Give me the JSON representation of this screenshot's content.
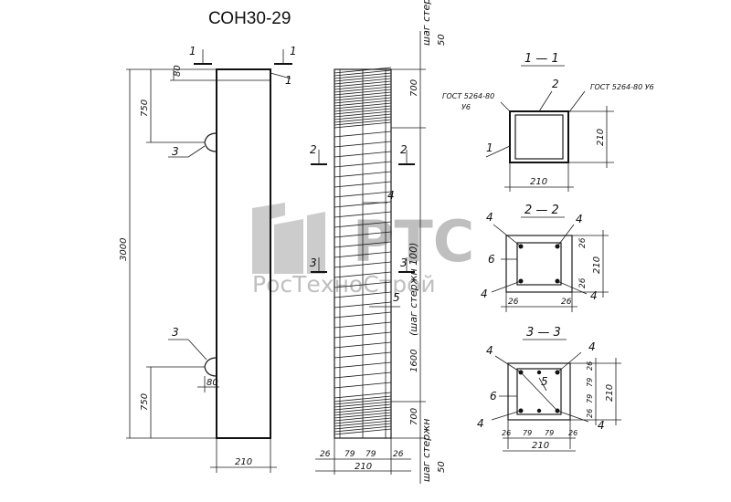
{
  "title": "СОН30-29",
  "watermark": {
    "logo_text": "РТС",
    "subtitle": "РосТехноСтрой",
    "color": "#b5b5b5"
  },
  "elevation": {
    "cuts": [
      "1",
      "1"
    ],
    "leaders": [
      "1",
      "3",
      "3"
    ],
    "dims": {
      "top_small": "80",
      "upper": "750",
      "total": "3000",
      "lower": "750",
      "loop_offset": "80",
      "width": "210"
    }
  },
  "cage": {
    "cuts": [
      "2",
      "2",
      "3",
      "3"
    ],
    "leaders": [
      "4",
      "5"
    ],
    "dims": {
      "top": "50",
      "top_zone": "700",
      "mid_zone": "1600",
      "bottom_zone": "700",
      "bottom": "50",
      "b1": "26",
      "b2": "79",
      "b3": "79",
      "b4": "26",
      "width": "210"
    },
    "pitch_top": "шаг стержн",
    "pitch_mid": "(шаг стержн 100)",
    "pitch_bot": "шаг стержн"
  },
  "section_1_1": {
    "title": "1 — 1",
    "labels": [
      "2",
      "1"
    ],
    "gost_left": "ГОСТ 5264-80",
    "gost_left_sub": "У6",
    "gost_right": "ГОСТ 5264-80 У6",
    "dim_side": "210",
    "dim_bottom": "210"
  },
  "section_2_2": {
    "title": "2 — 2",
    "labels": [
      "4",
      "4",
      "6",
      "4",
      "4"
    ],
    "dim_side": "210",
    "dim_top_inner": "26",
    "dim_bot_inner": "26",
    "dim_b_left": "26",
    "dim_b_right": "26"
  },
  "section_3_3": {
    "title": "3 — 3",
    "labels": [
      "4",
      "4",
      "5",
      "6",
      "4",
      "4"
    ],
    "dims_side": [
      "26",
      "79",
      "79",
      "26"
    ],
    "dim_side_total": "210",
    "dims_bottom": [
      "26",
      "79",
      "79",
      "26"
    ],
    "dim_bottom_total": "210"
  }
}
